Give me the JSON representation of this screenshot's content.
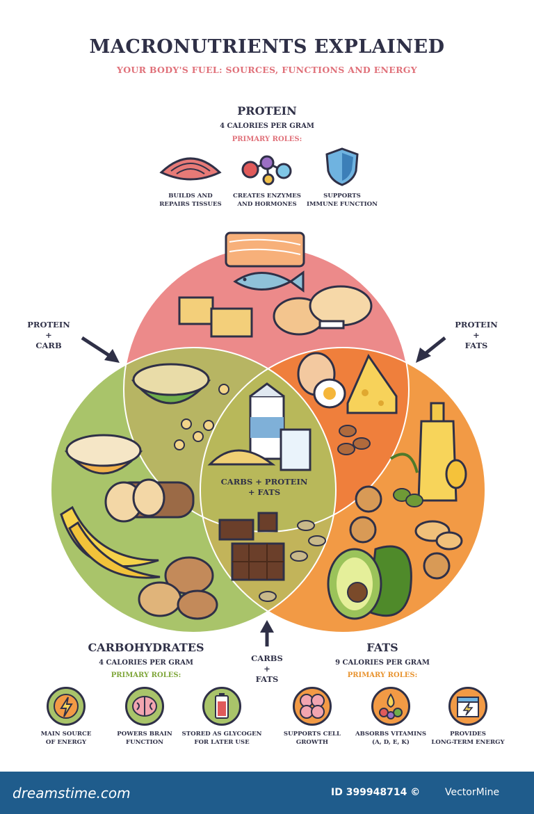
{
  "header": {
    "title": "MACRONUTRIENTS EXPLAINED",
    "subtitle": "YOUR BODY'S FUEL: SOURCES, FUNCTIONS AND ENERGY"
  },
  "protein": {
    "title": "PROTEIN",
    "calories": "4 CALORIES PER GRAM",
    "roles_label": "PRIMARY ROLES:",
    "roles": [
      {
        "caption": "BUILDS AND\nREPAIRS TISSUES",
        "icon": "muscle-icon"
      },
      {
        "caption": "CREATES ENZYMES\nAND HORMONES",
        "icon": "molecule-icon"
      },
      {
        "caption": "SUPPORTS\nIMMUNE FUNCTION",
        "icon": "shield-icon"
      }
    ]
  },
  "carbohydrates": {
    "title": "CARBOHYDRATES",
    "calories": "4 CALORIES PER GRAM",
    "roles_label": "PRIMARY ROLES:",
    "roles": [
      {
        "caption": "MAIN SOURCE\nOF ENERGY",
        "icon": "lightning-icon"
      },
      {
        "caption": "POWERS BRAIN\nFUNCTION",
        "icon": "brain-icon"
      },
      {
        "caption": "STORED AS GLYCOGEN\nFOR LATER USE",
        "icon": "battery-icon"
      }
    ]
  },
  "fats": {
    "title": "FATS",
    "calories": "9 CALORIES PER GRAM",
    "roles_label": "PRIMARY ROLES:",
    "roles": [
      {
        "caption": "SUPPORTS CELL\nGROWTH",
        "icon": "cells-icon"
      },
      {
        "caption": "ABSORBS VITAMINS\n(A, D, E, K)",
        "icon": "vitamin-drop-icon"
      },
      {
        "caption": "PROVIDES\nLONG-TERM ENERGY",
        "icon": "calendar-energy-icon"
      }
    ]
  },
  "overlaps": {
    "protein_carb": "PROTEIN\n+\nCARB",
    "protein_fats": "PROTEIN\n+\nFATS",
    "carbs_fats": "CARBS\n+\nFATS",
    "center": "CARBS + PROTEIN\n+ FATS"
  },
  "colors": {
    "protein": "#ec8a8a",
    "carbs": "#a9c46a",
    "fats": "#f29a45",
    "protein_roles": "#e0717a",
    "carbs_roles": "#7fa63a",
    "fats_roles": "#e8932f",
    "footer": "#1f5c8c"
  },
  "footer": {
    "brand": "dreamstime.com",
    "id": "ID 399948714 ©",
    "author": "VectorMine"
  }
}
